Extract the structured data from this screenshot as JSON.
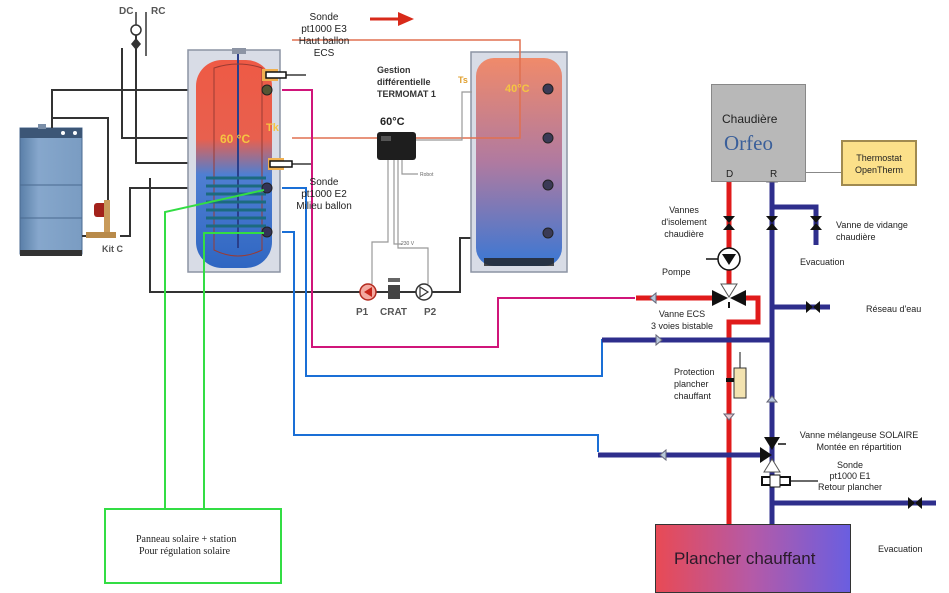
{
  "diagram": {
    "title": "Schéma hydraulique chaudière + ballon solaire + plancher chauffant",
    "colors": {
      "hot_pipe": "#e01b1b",
      "cold_pipe": "#2e2e8c",
      "solar_pipe": "#33dd44",
      "sensor_pipe_magenta": "#d0157a",
      "sensor_pipe_blue": "#1a6fd6",
      "boiler_box": "#b8b8b8",
      "thermostat_box": "#fbe08a",
      "orfeo_text": "#3a5f9a"
    },
    "wood_boiler": {
      "dc_label": "DC",
      "rc_label": "RC",
      "kit_label": "Kit C"
    },
    "ecs_tank": {
      "temp_label": "60 °C",
      "tk_label": "Tk"
    },
    "buffer_tank": {
      "temp_label": "40°C",
      "ts_label": "Ts"
    },
    "controller": {
      "title_lines": [
        "Gestion",
        "différentielle",
        "TERMOMAT 1"
      ],
      "temp_display": "60°C",
      "robot_label": "Robot",
      "voltage_label": "230 V"
    },
    "pumps": {
      "p1": "P1",
      "crat": "CRAT",
      "p2": "P2"
    },
    "sensors": {
      "e3": [
        "Sonde",
        "pt1000  E3",
        "Haut ballon",
        "ECS"
      ],
      "e2": [
        "Sonde",
        "pt1000  E2",
        "Milieu ballon"
      ],
      "e1": [
        "Sonde",
        "pt1000  E1",
        "Retour plancher"
      ]
    },
    "chaudiere": {
      "label": "Chaudière",
      "brand": "Orfeo",
      "d_label": "D",
      "r_label": "R"
    },
    "thermostat": [
      "Thermostat",
      "OpenTherm"
    ],
    "labels": {
      "vannes_isolement": [
        "Vannes",
        "d'isolement",
        "chaudière"
      ],
      "vanne_vidange": [
        "Vanne de vidange",
        "chaudière"
      ],
      "evacuation_top": "Evacuation",
      "pompe": "Pompe",
      "reseau_eau": "Réseau d'eau",
      "vanne_ecs": [
        "Vanne ECS",
        "3 voies bistable"
      ],
      "protection": [
        "Protection",
        "plancher",
        "chauffant"
      ],
      "vanne_melangeuse": [
        "Vanne mélangeuse SOLAIRE",
        "Montée en répartition"
      ],
      "evacuation_bottom": "Evacuation"
    },
    "panneau": [
      "Panneau solaire + station",
      "Pour régulation solaire"
    ],
    "plancher": "Plancher chauffant"
  }
}
